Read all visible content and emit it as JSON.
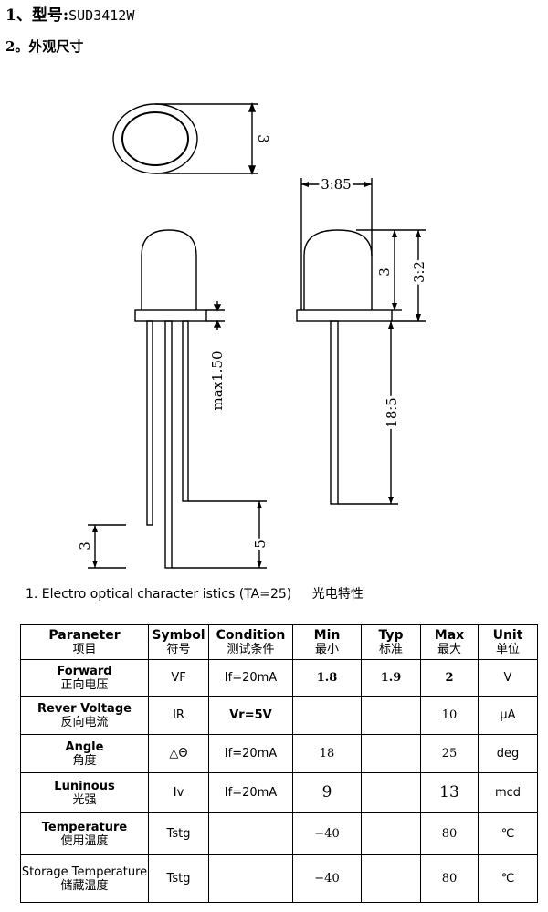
{
  "header": {
    "line1_prefix": "1、型号:",
    "model": "SUD3412W",
    "line2": "2。外观尺寸"
  },
  "drawing": {
    "dim_top_diameter": "3",
    "dim_width": "3.85",
    "dim_dome_height": "3",
    "dim_body_height": "3.2",
    "dim_flange": "max1.50",
    "dim_lead_length": "18.5",
    "dim_lead_diff_left": "3",
    "dim_lead_diff_right": "5"
  },
  "section": {
    "title": "1. Electro optical character istics (TA=25)",
    "title_cn": "光电特性"
  },
  "table": {
    "headers": [
      {
        "en": "Paraneter",
        "cn": "项目"
      },
      {
        "en": "Symbol",
        "cn": "符号"
      },
      {
        "en": "Condition",
        "cn": "测试条件"
      },
      {
        "en": "Min",
        "cn": "最小"
      },
      {
        "en": "Typ",
        "cn": "标准"
      },
      {
        "en": "Max",
        "cn": "最大"
      },
      {
        "en": "Unit",
        "cn": "单位"
      }
    ],
    "rows": [
      {
        "param_en": "Forward",
        "param_cn": "正向电压",
        "symbol": "VF",
        "condition": "If=20mA",
        "min": "1.8",
        "typ": "1.9",
        "max": "2",
        "unit": "V"
      },
      {
        "param_en": "Rever Voltage",
        "param_cn": "反向电流",
        "symbol": "IR",
        "condition": "Vr=5V",
        "min": "",
        "typ": "",
        "max": "10",
        "unit": "μA"
      },
      {
        "param_en": "Angle",
        "param_cn": "角度",
        "symbol": "△Θ",
        "condition": "If=20mA",
        "min": "18",
        "typ": "",
        "max": "25",
        "unit": "deg"
      },
      {
        "param_en": "Luninous",
        "param_cn": "光强",
        "symbol": "Iv",
        "condition": "If=20mA",
        "min": "9",
        "typ": "",
        "max": "13",
        "unit": "mcd"
      },
      {
        "param_en": "Temperature",
        "param_cn": "使用温度",
        "symbol": "Tstg",
        "condition": "",
        "min": "−40",
        "typ": "",
        "max": "80",
        "unit": "℃"
      },
      {
        "param_en": "Storage Temperature",
        "param_cn": "储藏温度",
        "symbol": "Tstg",
        "condition": "",
        "min": "−40",
        "typ": "",
        "max": "80",
        "unit": "℃"
      }
    ]
  }
}
